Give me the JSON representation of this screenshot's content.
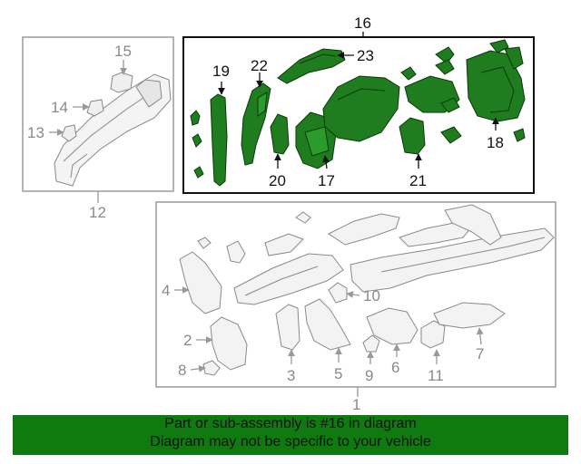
{
  "callouts": {
    "c1": "1",
    "c2": "2",
    "c3": "3",
    "c4": "4",
    "c5": "5",
    "c6": "6",
    "c7": "7",
    "c8": "8",
    "c9": "9",
    "c10": "10",
    "c11": "11",
    "c12": "12",
    "c13": "13",
    "c14": "14",
    "c15": "15",
    "c16": "16",
    "c17": "17",
    "c18": "18",
    "c19": "19",
    "c20": "20",
    "c21": "21",
    "c22": "22",
    "c23": "23"
  },
  "banner": {
    "line1": "Part or sub-assembly is #16 in diagram",
    "line2": "Diagram may not be specific to your vehicle"
  },
  "colors": {
    "highlight_fill": "#1f7d1f",
    "banner_bg": "#0f7a0f",
    "grey_line": "#9a9a9a"
  }
}
